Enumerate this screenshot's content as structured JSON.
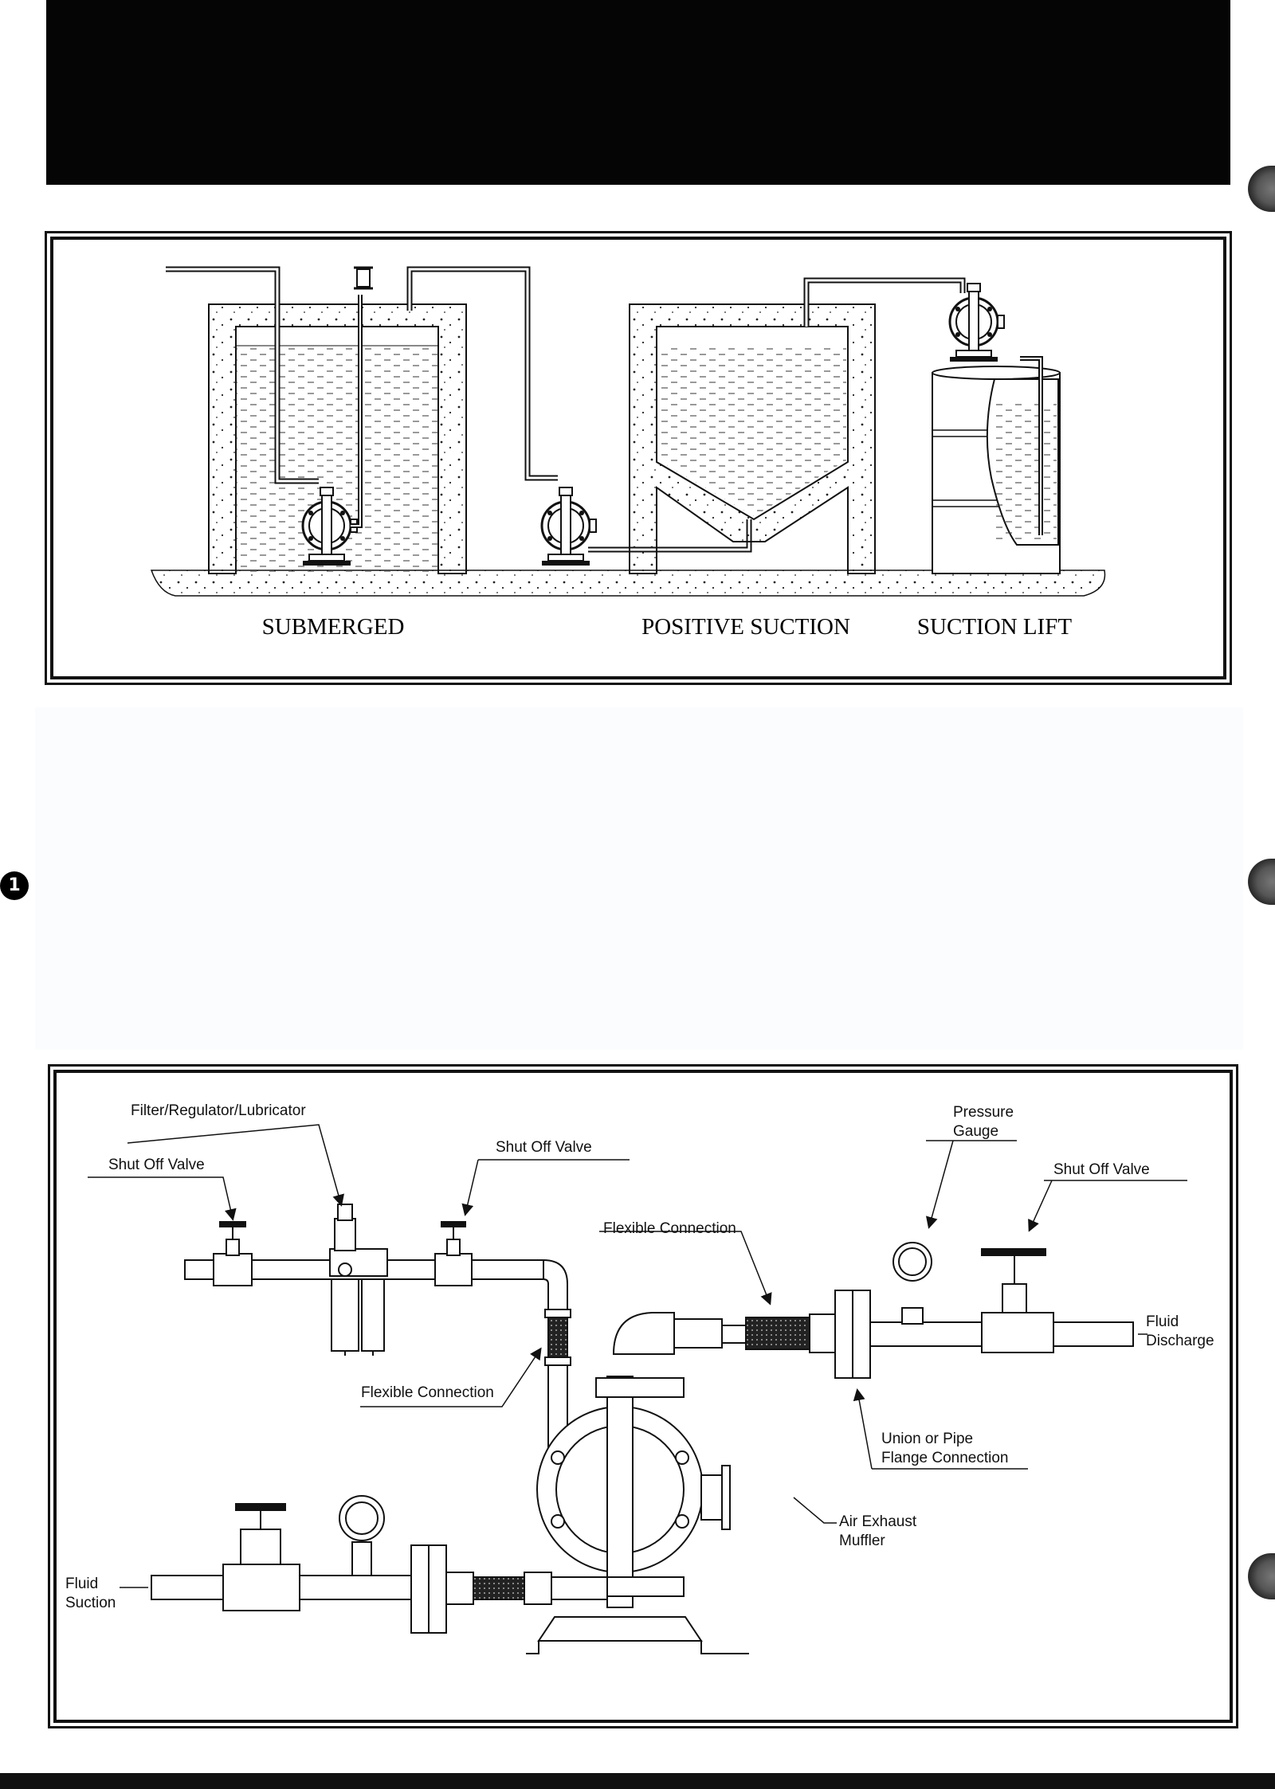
{
  "page_marker": "1",
  "diagram1": {
    "labels": {
      "submerged": "SUBMERGED",
      "positive_suction": "POSITIVE SUCTION",
      "suction_lift": "SUCTION LIFT"
    }
  },
  "diagram2": {
    "labels": {
      "frl": "Filter/Regulator/Lubricator",
      "shut_off_valve_left": "Shut Off Valve",
      "shut_off_valve_mid": "Shut Off Valve",
      "shut_off_valve_right": "Shut Off Valve",
      "pressure_gauge_1": "Pressure",
      "pressure_gauge_2": "Gauge",
      "flexible_connection_top": "Flexible Connection",
      "flexible_connection_left": "Flexible Connection",
      "fluid_discharge_1": "Fluid",
      "fluid_discharge_2": "Discharge",
      "union_1": "Union or Pipe",
      "union_2": "Flange Connection",
      "air_exhaust_1": "Air Exhaust",
      "air_exhaust_2": "Muffler",
      "fluid_suction_1": "Fluid",
      "fluid_suction_2": "Suction"
    }
  }
}
